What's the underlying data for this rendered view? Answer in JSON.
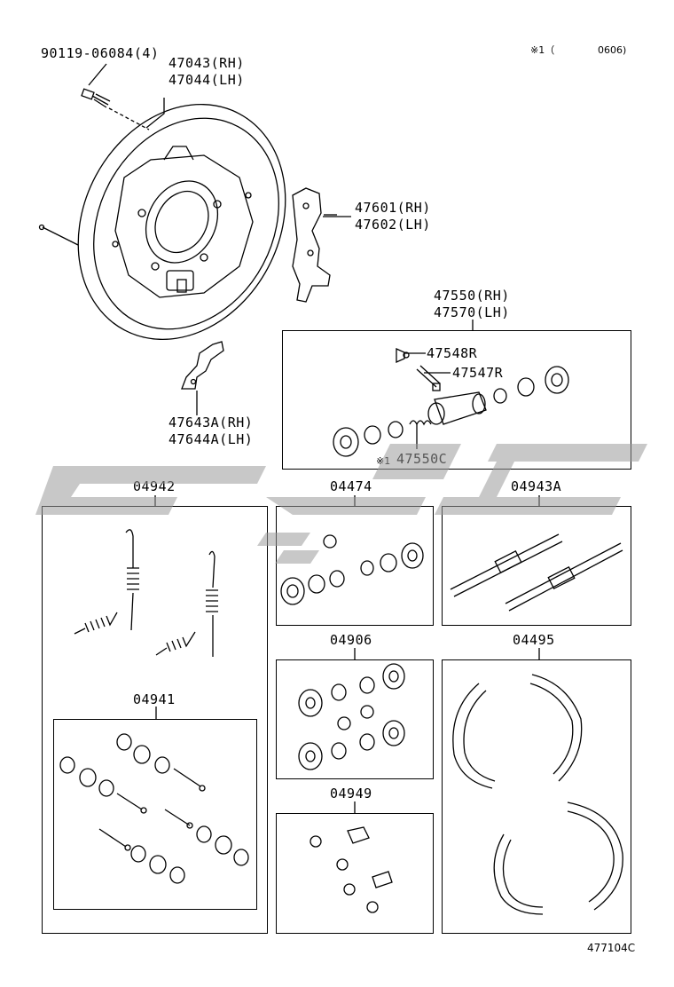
{
  "header": {
    "note_mark": "※1（",
    "note_code": "0606)"
  },
  "labels": {
    "bolt": "90119-06084(4)",
    "backing_plate_rh": "47043(RH)",
    "backing_plate_lh": "47044(LH)",
    "lever_rh": "47601(RH)",
    "lever_lh": "47602(LH)",
    "cylinder_rh": "47550(RH)",
    "cylinder_lh": "47570(LH)",
    "bleeder_cap": "47548R",
    "bleeder_plug": "47547R",
    "cylinder_kit": "47550C",
    "cylinder_kit_mark": "※1",
    "bracket_rh": "47643A(RH)",
    "bracket_lh": "47644A(LH)",
    "kit_04942": "04942",
    "kit_04474": "04474",
    "kit_04943A": "04943A",
    "kit_04906": "04906",
    "kit_04495": "04495",
    "kit_04941": "04941",
    "kit_04949": "04949",
    "figure_id": "477104C"
  }
}
